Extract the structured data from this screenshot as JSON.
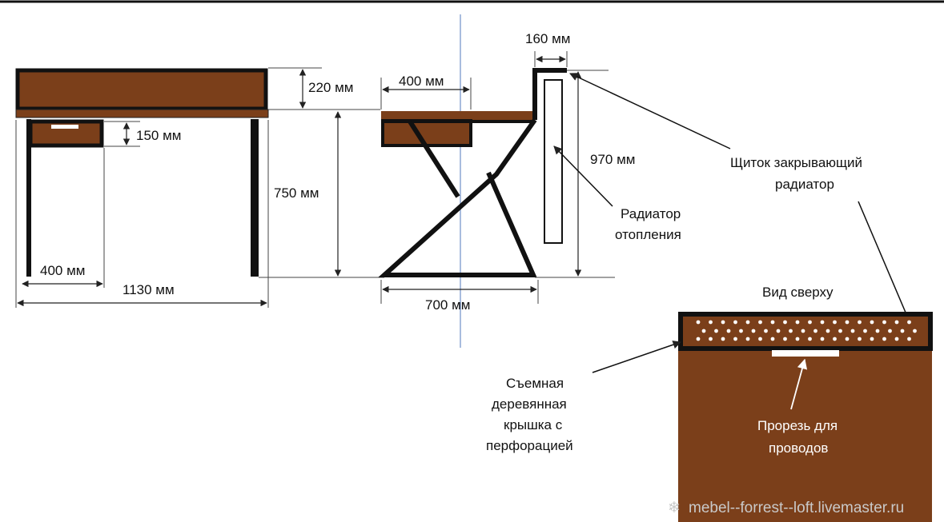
{
  "colors": {
    "wood": "#7b3f1a",
    "frame": "#111111",
    "guide": "#6f8fc7",
    "dim": "#222222",
    "perforation": "#ffffff",
    "watermark": "#c9c9c9"
  },
  "front_view": {
    "dim_top": "220 мм",
    "dim_drawer": "150 мм",
    "dim_drawer_width": "400 мм",
    "dim_total_width": "1130 мм",
    "dim_height": "750 мм"
  },
  "side_view": {
    "dim_top_depth": "400 мм",
    "dim_base": "700 мм",
    "dim_shield": "160 мм",
    "dim_radiator_height": "970 мм",
    "radiator_label_line1": "Радиатор",
    "radiator_label_line2": "отопления",
    "shield_label_line1": "Щиток закрывающий",
    "shield_label_line2": "радиатор"
  },
  "top_view": {
    "title": "Вид сверху",
    "lid_label_line1": "Съемная",
    "lid_label_line2": "деревянная",
    "lid_label_line3": "крышка с",
    "lid_label_line4": "перфорацией",
    "slot_label_line1": "Прорезь для",
    "slot_label_line2": "проводов"
  },
  "watermark": {
    "icon": "snowflake-icon",
    "text": "mebel--forrest--loft.livemaster.ru"
  }
}
